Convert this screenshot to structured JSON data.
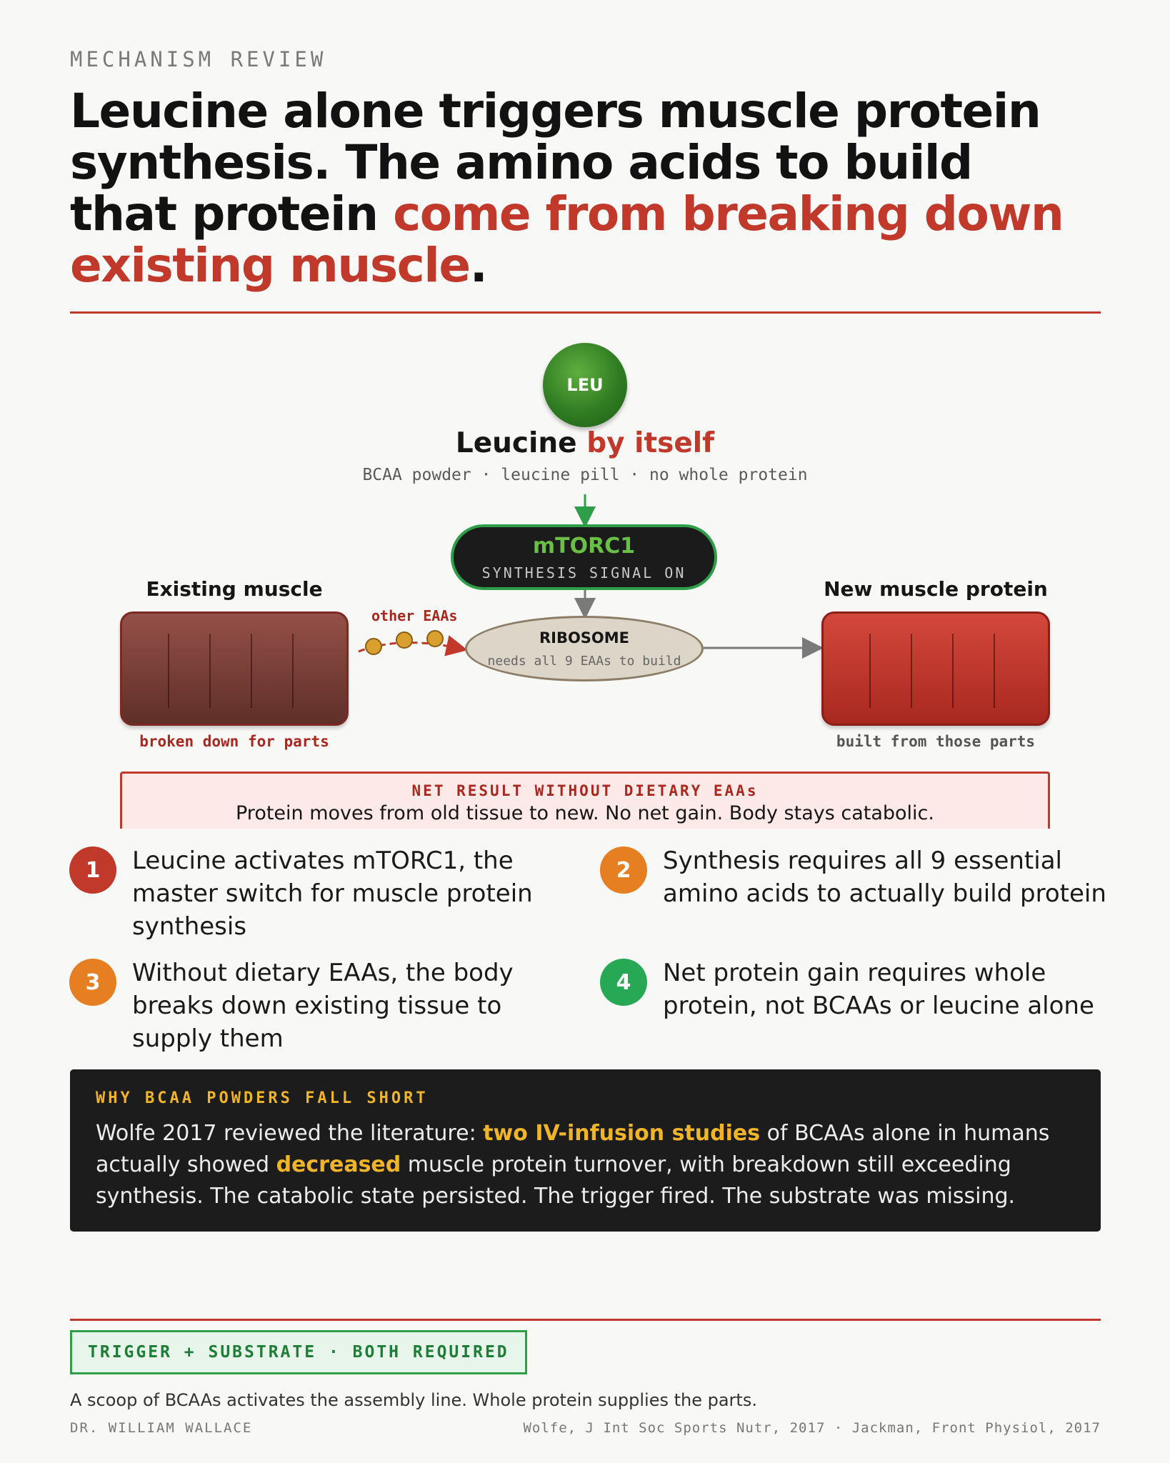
{
  "header": {
    "eyebrow": "MECHANISM REVIEW",
    "headline_part1": "Leucine alone triggers muscle protein synthesis. The amino acids to build that protein ",
    "headline_highlight": "come from breaking down existing muscle",
    "headline_end": "."
  },
  "diagram": {
    "leucine_badge": "LEU",
    "leucine_title": "Leucine",
    "leucine_title_highlight": "by itself",
    "leucine_subtitle": "BCAA powder · leucine pill · no whole protein",
    "mtorc1_name": "mTORC1",
    "mtorc1_status": "SYNTHESIS SIGNAL ON",
    "ribosome_name": "RIBOSOME",
    "ribosome_note": "needs all 9 EAAs to build",
    "existing_label": "Existing muscle",
    "existing_caption": "broken down for parts",
    "new_label": "New muscle protein",
    "new_caption": "built from those parts",
    "other_eaas_label": "other EAAs",
    "net_result_label": "NET RESULT WITHOUT DIETARY EAAs",
    "net_result_text": "Protein moves from old tissue to new. No net gain. Body stays catabolic."
  },
  "colors": {
    "accent_red": "#c0392b",
    "green": "#2e9e48",
    "orange": "#e67e22",
    "gold": "#f0b429",
    "dark": "#1c1c1c"
  },
  "points": [
    {
      "number": "1",
      "color": "#c0392b",
      "text": "Leucine activates mTORC1, the master switch for muscle protein synthesis"
    },
    {
      "number": "2",
      "color": "#e67e22",
      "text": "Synthesis requires all 9 essential amino acids to actually build protein"
    },
    {
      "number": "3",
      "color": "#e67e22",
      "text": "Without dietary EAAs, the body breaks down existing tissue to supply them"
    },
    {
      "number": "4",
      "color": "#27a855",
      "text": "Net protein gain requires whole protein, not BCAAs or leucine alone"
    }
  ],
  "callout": {
    "label": "WHY BCAA POWDERS FALL SHORT",
    "body_1": "Wolfe 2017 reviewed the literature: ",
    "body_hl1": "two IV-infusion studies",
    "body_2": " of BCAAs alone in humans actually showed ",
    "body_hl2": "decreased",
    "body_3": " muscle protein turnover, with breakdown still exceeding synthesis. The catabolic state persisted. The trigger fired. The substrate was missing."
  },
  "footer": {
    "tag": "TRIGGER + SUBSTRATE · BOTH REQUIRED",
    "summary": "A scoop of BCAAs activates the assembly line. Whole protein supplies the parts.",
    "author": "DR. WILLIAM WALLACE",
    "sources": "Wolfe, J Int Soc Sports Nutr, 2017 · Jackman, Front Physiol, 2017"
  }
}
